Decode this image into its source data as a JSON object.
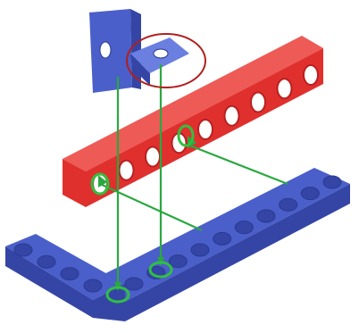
{
  "diagram": {
    "description_visible_text": "",
    "colors": {
      "background": "#ffffff",
      "red_beam": "#e0302e",
      "red_beam_dark": "#b8201f",
      "red_beam_light": "#ee5a55",
      "blue_part": "#4a5fc9",
      "blue_part_dark": "#3445a6",
      "blue_part_light": "#6b7fe0",
      "guide_line": "#2aa840",
      "highlight_ring": "#30c040",
      "callout_circle": "#b02020"
    },
    "parts": [
      {
        "name": "blue-angle-bracket",
        "color": "blue",
        "kind": "angle-connector"
      },
      {
        "name": "red-straight-beam",
        "color": "red",
        "kind": "beam"
      },
      {
        "name": "blue-l-frame",
        "color": "blue",
        "kind": "l-shaped-frame"
      }
    ],
    "guide_lines": [
      {
        "from": "blue-angle-bracket",
        "to": "blue-l-frame"
      },
      {
        "from": "blue-angle-bracket-pin",
        "to": "blue-l-frame"
      },
      {
        "from": "red-beam-hole-left",
        "to": "blue-l-frame-upper"
      },
      {
        "from": "red-beam-hole-right",
        "to": "blue-l-frame-upper"
      }
    ],
    "callouts": [
      {
        "name": "pin-detail",
        "shape": "ellipse"
      }
    ]
  }
}
